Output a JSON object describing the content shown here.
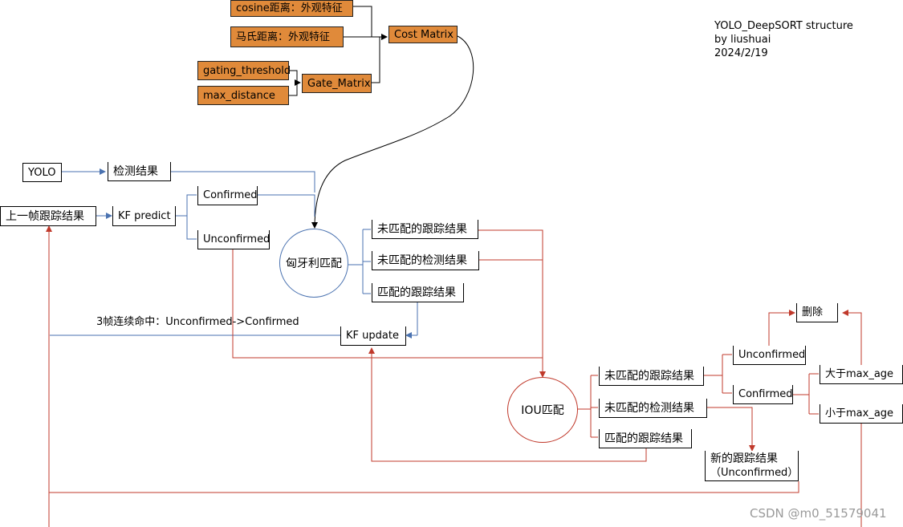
{
  "title_block": {
    "line1": "YOLO_DeepSORT structure",
    "line2": "by liushuai",
    "line3": "2024/2/19"
  },
  "cost": {
    "cosine": "cosine距离：外观特征",
    "mahalanobis": "马氏距离：外观特征",
    "cost_matrix": "Cost Matrix",
    "gating_threshold": "gating_threshold",
    "max_distance": "max_distance",
    "gate_matrix": "Gate_Matrix"
  },
  "pipeline": {
    "yolo": "YOLO",
    "detections": "检测结果",
    "prev_tracks": "上一帧跟踪结果",
    "kf_predict": "KF predict",
    "confirmed": "Confirmed",
    "unconfirmed": "Unconfirmed",
    "hungarian": "匈牙利匹配",
    "unmatched_tracks": "未匹配的跟踪结果",
    "unmatched_dets": "未匹配的检测结果",
    "matched_tracks": "匹配的跟踪结果",
    "kf_update": "KF update",
    "confirm_note": "3帧连续命中：Unconfirmed->Confirmed"
  },
  "iou": {
    "iou_match": "IOU匹配",
    "unmatched_tracks": "未匹配的跟踪结果",
    "unmatched_dets": "未匹配的检测结果",
    "matched_tracks": "匹配的跟踪结果",
    "unconfirmed": "Unconfirmed",
    "confirmed": "Confirmed",
    "delete": "删除",
    "gt_max_age": "大于max_age",
    "lt_max_age": "小于max_age",
    "new_tracks_1": "新的跟踪结果",
    "new_tracks_2": "（Unconfirmed）"
  },
  "watermark": "CSDN @m0_51579041",
  "colors": {
    "blue": "#4a72b0",
    "red": "#c0392b",
    "orange": "#e08a3a"
  }
}
